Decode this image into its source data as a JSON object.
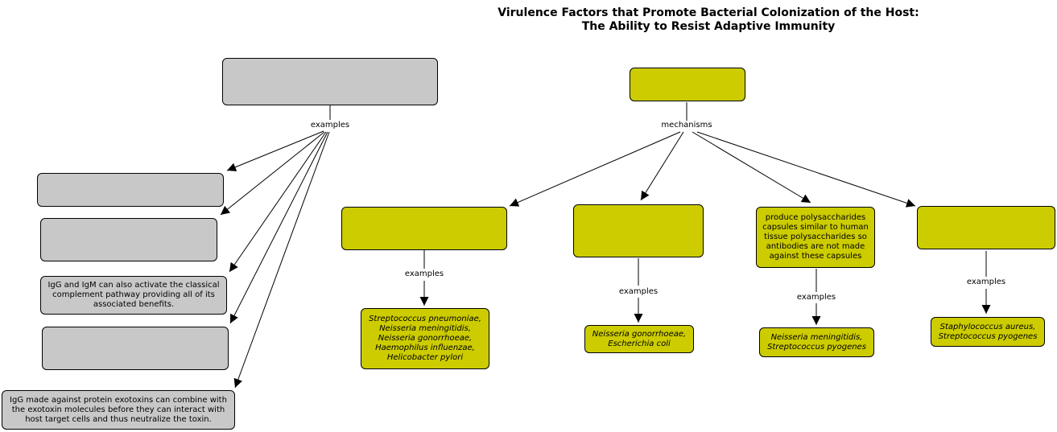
{
  "title": {
    "line1": "Virulence Factors that Promote Bacterial Colonization of the Host:",
    "line2": "The Ability to Resist Adaptive Immunity"
  },
  "left": {
    "root_text": "",
    "link_label": "examples",
    "children": [
      {
        "text": ""
      },
      {
        "text": ""
      },
      {
        "text": "IgG and IgM can also activate the classical complement pathway  providing all of its associated benefits."
      },
      {
        "text": ""
      },
      {
        "text": "IgG made against protein exotoxins can combine with the exotoxin molecules before they can interact with host target cells and thus neutralize the toxin."
      }
    ]
  },
  "right": {
    "root_text": "",
    "link_label": "mechanisms",
    "mechanisms": [
      {
        "text": "",
        "link_label": "examples",
        "examples": "Streptococcus pneumoniae,\nNeisseria meningitidis,\nNeisseria gonorrhoeae,\nHaemophilus influenzae,\nHelicobacter pylori"
      },
      {
        "text": "",
        "link_label": "examples",
        "examples": "Neisseria gonorrhoeae,\nEscherichia coli"
      },
      {
        "text": "produce polysaccharides capsules similar to human tissue polysaccharides so antibodies are not made against these capsules",
        "link_label": "examples",
        "examples": "Neisseria meningitidis,\nStreptococcus pyogenes"
      },
      {
        "text": "",
        "link_label": "examples",
        "examples": "Staphylococcus aureus,\nStreptococcus pyogenes"
      }
    ]
  },
  "colors": {
    "gray": "#c8c8c8",
    "olive": "#cccc00"
  }
}
